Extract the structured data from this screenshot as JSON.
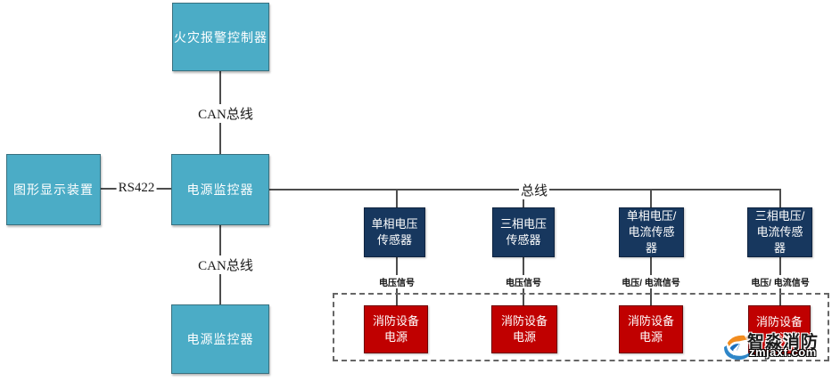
{
  "nodes": {
    "fire_alarm_controller": "火灾报警控制器",
    "graphic_display": "图形显示装置",
    "power_monitor_mid": "电源监控器",
    "power_monitor_bottom": "电源监控器"
  },
  "bus_labels": {
    "can_top": "CAN总线",
    "can_bottom": "CAN总线",
    "rs422": "RS422",
    "bus": "总线"
  },
  "sensors": [
    {
      "label": "单相电压\n传感器",
      "signal": "电压信号"
    },
    {
      "label": "三相电压\n传感器",
      "signal": "电压信号"
    },
    {
      "label": "单相电压/\n电流传感\n器",
      "signal": "电压/ 电流信号"
    },
    {
      "label": "三相电压/\n电流传感\n器",
      "signal": "电压/ 电流信号"
    }
  ],
  "power_supplies": [
    {
      "label": "消防设备\n电源"
    },
    {
      "label": "消防设备\n电源"
    },
    {
      "label": "消防设备\n电源"
    },
    {
      "label": "消防设备\n电源"
    }
  ],
  "watermark": {
    "brand": "智淼消防",
    "site": "zmjaxf.com"
  },
  "colors": {
    "teal_box": "#4BACC6",
    "navy_box": "#17375E",
    "red_box": "#C00000",
    "line": "#4d4d4d",
    "logo_orange": "#F28C1E",
    "logo_blue": "#2E86C8"
  }
}
